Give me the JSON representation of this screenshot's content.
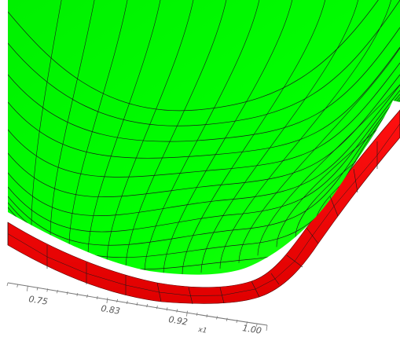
{
  "colors": {
    "inner_surface": "#00ff00",
    "outer_surface": "#ff0000",
    "base_surface": "#0000dd",
    "mesh_line": "#1a1a1a",
    "axis_line": "#777777",
    "background": "#ffffff"
  },
  "axis": {
    "name": "x1",
    "ticks": [
      "0.75",
      "0.83",
      "0.92",
      "1.00"
    ]
  }
}
